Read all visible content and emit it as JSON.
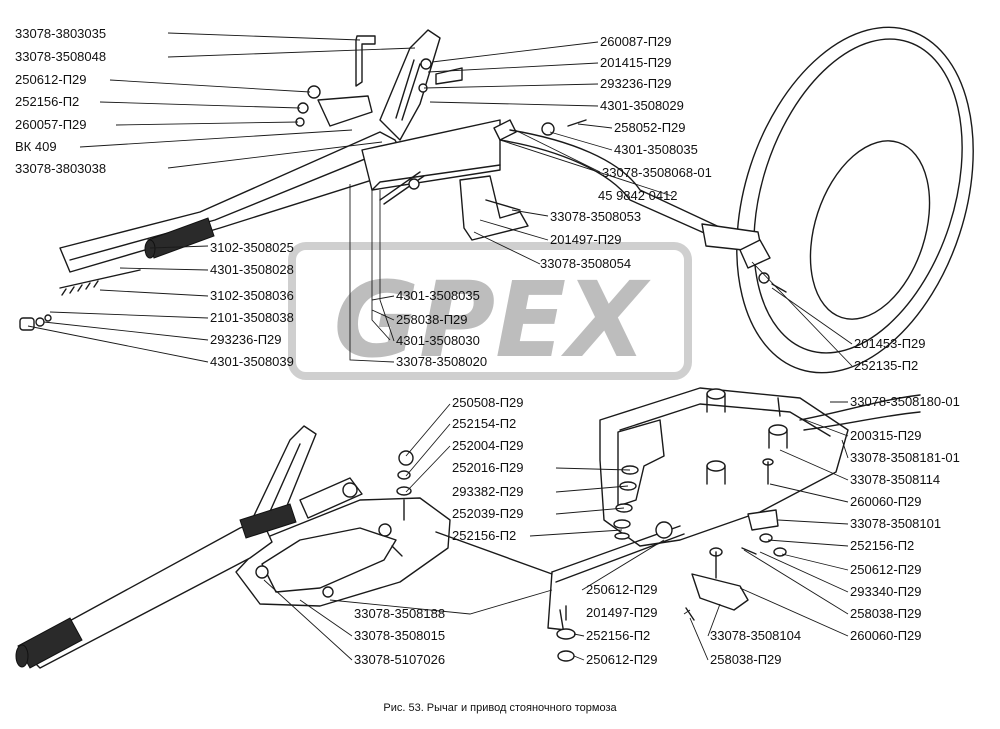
{
  "caption": "Рис. 53. Рычаг и привод стояночного тормоза",
  "watermark": {
    "text": "GPEX",
    "color": "#bdbdbd"
  },
  "labels": [
    "33078-3803035",
    "33078-3508048",
    "250612-П29",
    "252156-П2",
    "260057-П29",
    "ВК 409",
    "33078-3803038",
    "3102-3508025",
    "4301-3508028",
    "3102-3508036",
    "2101-3508038",
    "293236-П29",
    "4301-3508039",
    "260087-П29",
    "201415-П29",
    "293236-П29",
    "4301-3508029",
    "258052-П29",
    "4301-3508035",
    "33078-3508068-01",
    "45 9842 0412",
    "33078-3508053",
    "201497-П29",
    "33078-3508054",
    "4301-3508035",
    "258038-П29",
    "4301-3508030",
    "33078-3508020",
    "201453-П29",
    "252135-П2",
    "33078-3508180-01",
    "200315-П29",
    "33078-3508181-01",
    "33078-3508114",
    "260060-П29",
    "33078-3508101",
    "252156-П2",
    "250612-П29",
    "293340-П29",
    "258038-П29",
    "260060-П29",
    "250508-П29",
    "252154-П2",
    "252004-П29",
    "252016-П29",
    "293382-П29",
    "252039-П29",
    "252156-П2",
    "250612-П29",
    "201497-П29",
    "252156-П2",
    "250612-П29",
    "33078-3508104",
    "258038-П29",
    "33078-3508188",
    "33078-3508015",
    "33078-5107026"
  ]
}
